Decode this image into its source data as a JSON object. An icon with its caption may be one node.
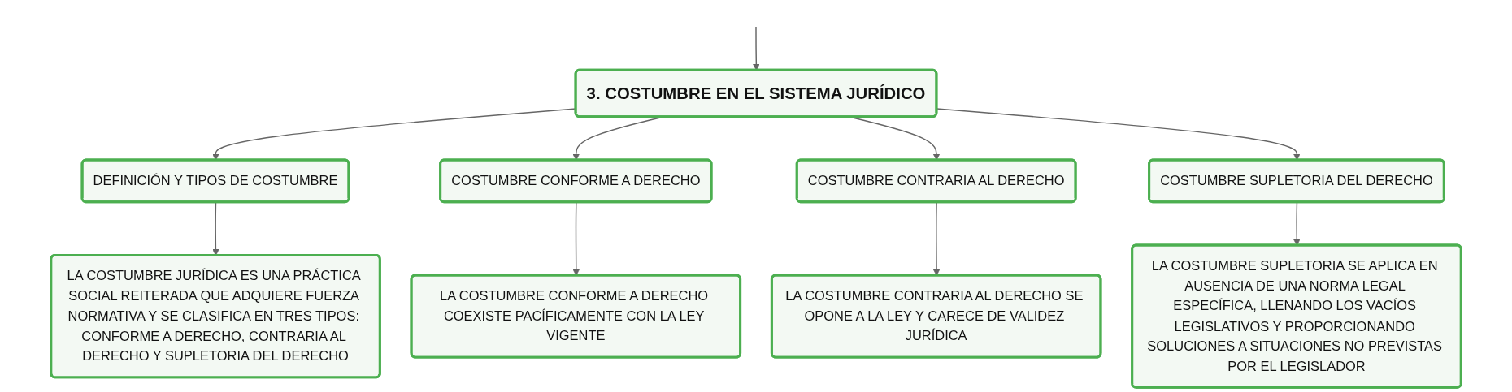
{
  "diagram": {
    "nodes": [
      {
        "text": [
          "3. COSTUMBRE EN EL SISTEMA JURÍDICO"
        ]
      },
      {
        "text": [
          "DEFINICIÓN Y TIPOS DE COSTUMBRE"
        ]
      },
      {
        "text": [
          "COSTUMBRE CONFORME A DERECHO"
        ]
      },
      {
        "text": [
          "COSTUMBRE CONTRARIA AL DERECHO"
        ]
      },
      {
        "text": [
          "COSTUMBRE SUPLETORIA DEL DERECHO"
        ]
      },
      {
        "text": [
          "LA COSTUMBRE JURÍDICA ES UNA PRÁCTICA SOCIAL REITERADA QUE ADQUIERE FUERZA NORMATIVA Y SE CLASIFICA EN TRES TIPOS: CONFORME A DERECHO, CONTRARIA AL DERECHO Y SUPLETORIA DEL DERECHO"
        ]
      },
      {
        "text": [
          "LA COSTUMBRE CONFORME A DERECHO COEXISTE PACÍFICAMENTE CON LA LEY VIGENTE"
        ]
      },
      {
        "text": [
          "LA COSTUMBRE CONTRARIA AL DERECHO SE OPONE A LA LEY Y CARECE DE VALIDEZ JURÍDICA"
        ]
      },
      {
        "text": [
          "LA COSTUMBRE SUPLETORIA SE APLICA EN AUSENCIA DE UNA NORMA LEGAL ESPECÍFICA, LLENANDO LOS VACÍOS LEGISLATIVOS Y PROPORCIONANDO SOLUCIONES A SITUACIONES NO PREVISTAS POR EL LEGISLADOR"
        ]
      }
    ],
    "edges": [
      {
        "from": null,
        "to": 0,
        "arrow": "to"
      },
      {
        "from": 0,
        "to": 1,
        "arrow": "to"
      },
      {
        "from": 0,
        "to": 2,
        "arrow": "to"
      },
      {
        "from": 0,
        "to": 3,
        "arrow": "to"
      },
      {
        "from": 0,
        "to": 4,
        "arrow": "to"
      },
      {
        "from": 1,
        "to": 5,
        "arrow": "to"
      },
      {
        "from": 2,
        "to": 6,
        "arrow": "to"
      },
      {
        "from": 3,
        "to": 7,
        "arrow": "to"
      },
      {
        "from": 4,
        "to": 8,
        "arrow": "to"
      }
    ]
  }
}
